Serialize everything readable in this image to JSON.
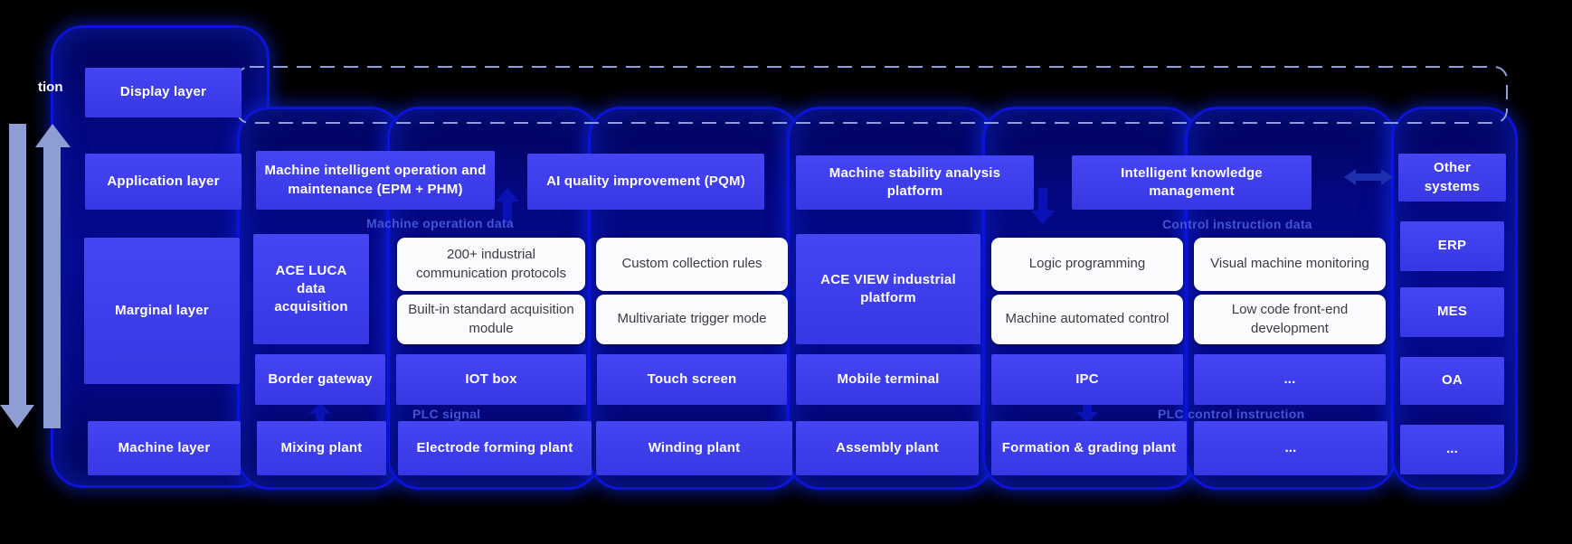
{
  "left_labels": {
    "display": "Display layer",
    "application": "Application layer",
    "marginal": "Marginal layer",
    "machine": "Machine layer"
  },
  "flow_fragment": "tion",
  "application_row": {
    "box1": "Machine intelligent operation and maintenance (EPM + PHM)",
    "box2": "AI quality improvement (PQM)",
    "box3": "Machine stability analysis platform",
    "box4": "Intelligent knowledge management"
  },
  "other_systems": "Other systems",
  "flow_labels": {
    "machine_operation_data": "Machine operation data",
    "control_instruction_data": "Control instruction data",
    "plc_signal": "PLC signal",
    "plc_control_instruction": "PLC control instruction"
  },
  "edge_platforms": {
    "ace_luca": "ACE LUCA data acquisition",
    "ace_view": "ACE VIEW industrial platform",
    "luca_features": [
      "200+ industrial communication protocols",
      "Built-in standard acquisition module",
      "Custom collection rules",
      "Multivariate trigger mode"
    ],
    "view_features": [
      "Logic programming",
      "Machine automated control",
      "Visual machine monitoring",
      "Low code front-end development"
    ]
  },
  "devices": [
    "Border gateway",
    "IOT box",
    "Touch screen",
    "Mobile terminal",
    "IPC",
    "..."
  ],
  "machines": [
    "Mixing plant",
    "Electrode forming plant",
    "Winding plant",
    "Assembly plant",
    "Formation & grading plant",
    "...",
    "..."
  ],
  "external_systems": [
    "ERP",
    "MES",
    "OA",
    "..."
  ],
  "colors": {
    "accent_blue": "#3c3cee",
    "glow_border": "#0d13d8",
    "panel_fill": "#04077f",
    "dashed_border": "#8ba0dd",
    "arrow_light": "#8e9dd4",
    "flow_label_blue": "#4253d6",
    "white_box_text": "#3a3b47"
  }
}
